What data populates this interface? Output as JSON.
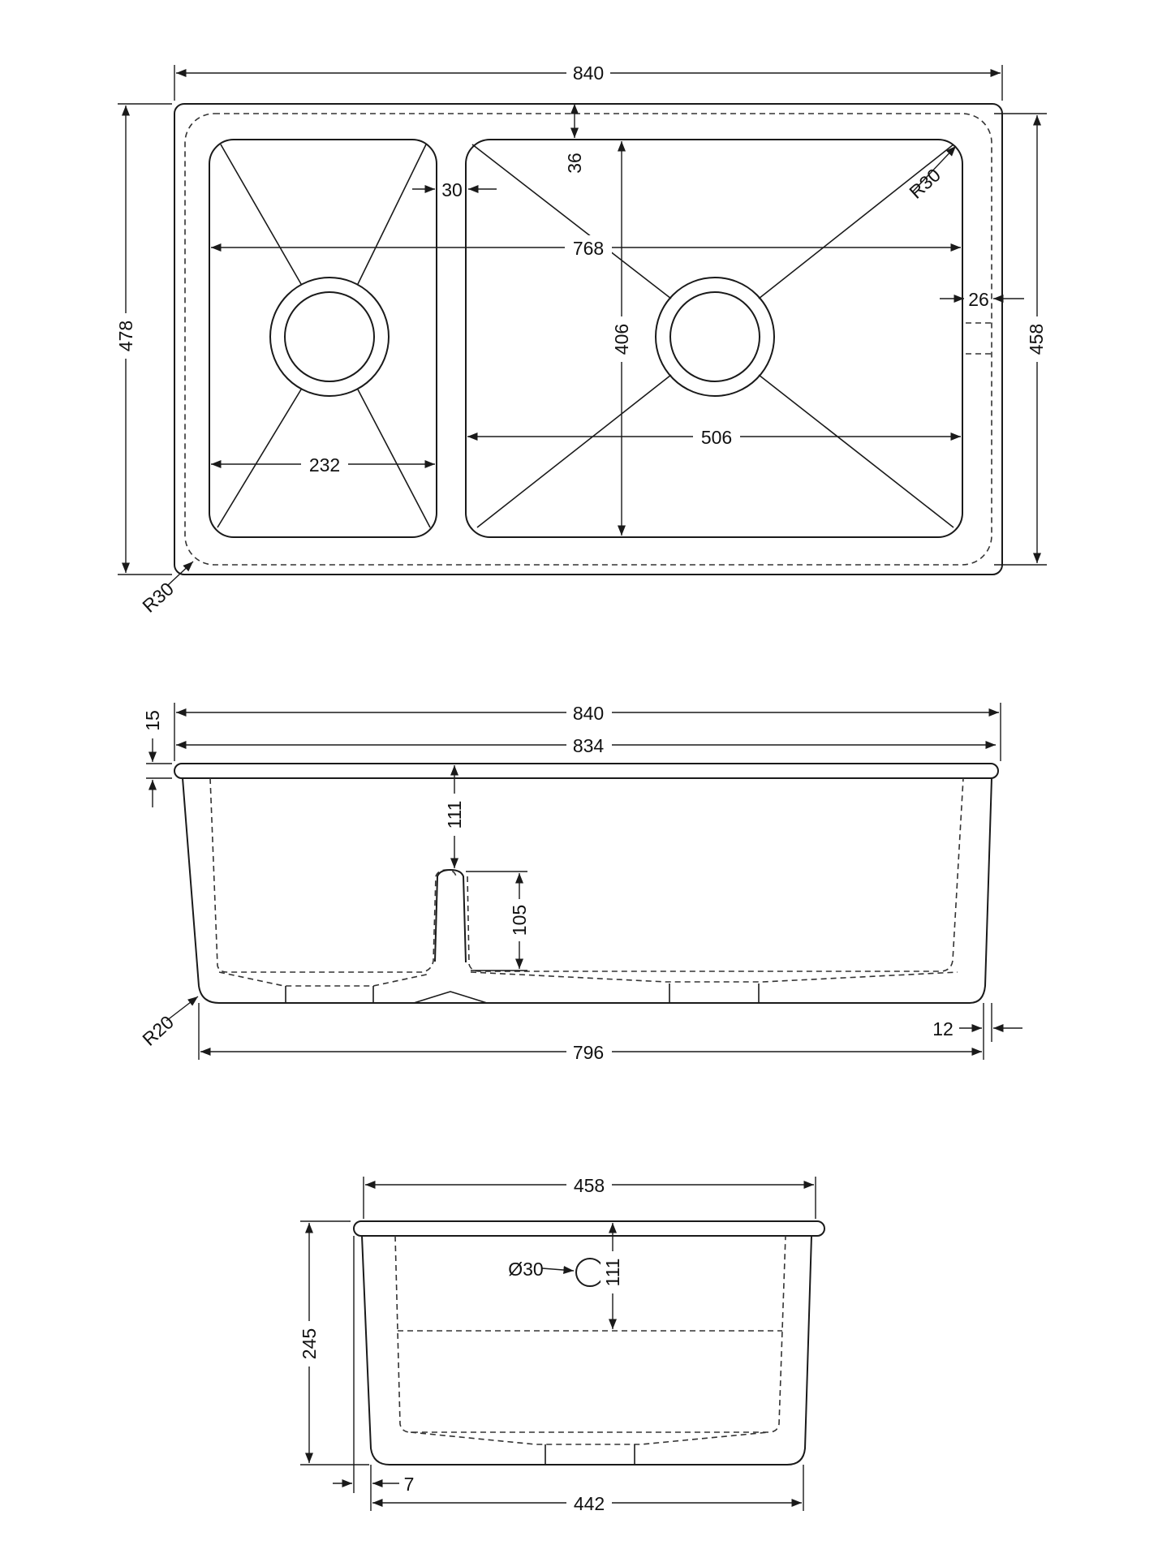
{
  "colors": {
    "line": "#1a1a1a",
    "background": "#ffffff"
  },
  "top_view": {
    "overall_width": "840",
    "overall_depth": "478",
    "inner_depth": "458",
    "rim_to_bowl": "36",
    "bowl_gap": "30",
    "bowls_width": "768",
    "large_bowl_depth": "406",
    "large_bowl_width": "506",
    "small_bowl_width": "232",
    "side_offset": "26",
    "corner_radius_bowl": "R30",
    "corner_radius_outer": "R30"
  },
  "front_view": {
    "overall_width": "840",
    "rim_width": "834",
    "rim_thickness": "15",
    "divider_depth": "111",
    "divider_height": "105",
    "bottom_radius": "R20",
    "bottom_width": "796",
    "wall_offset": "12"
  },
  "side_view": {
    "top_width": "458",
    "height": "245",
    "overflow_diameter": "Ø30",
    "overflow_depth": "111",
    "bottom_width": "442",
    "wall_offset": "7"
  }
}
